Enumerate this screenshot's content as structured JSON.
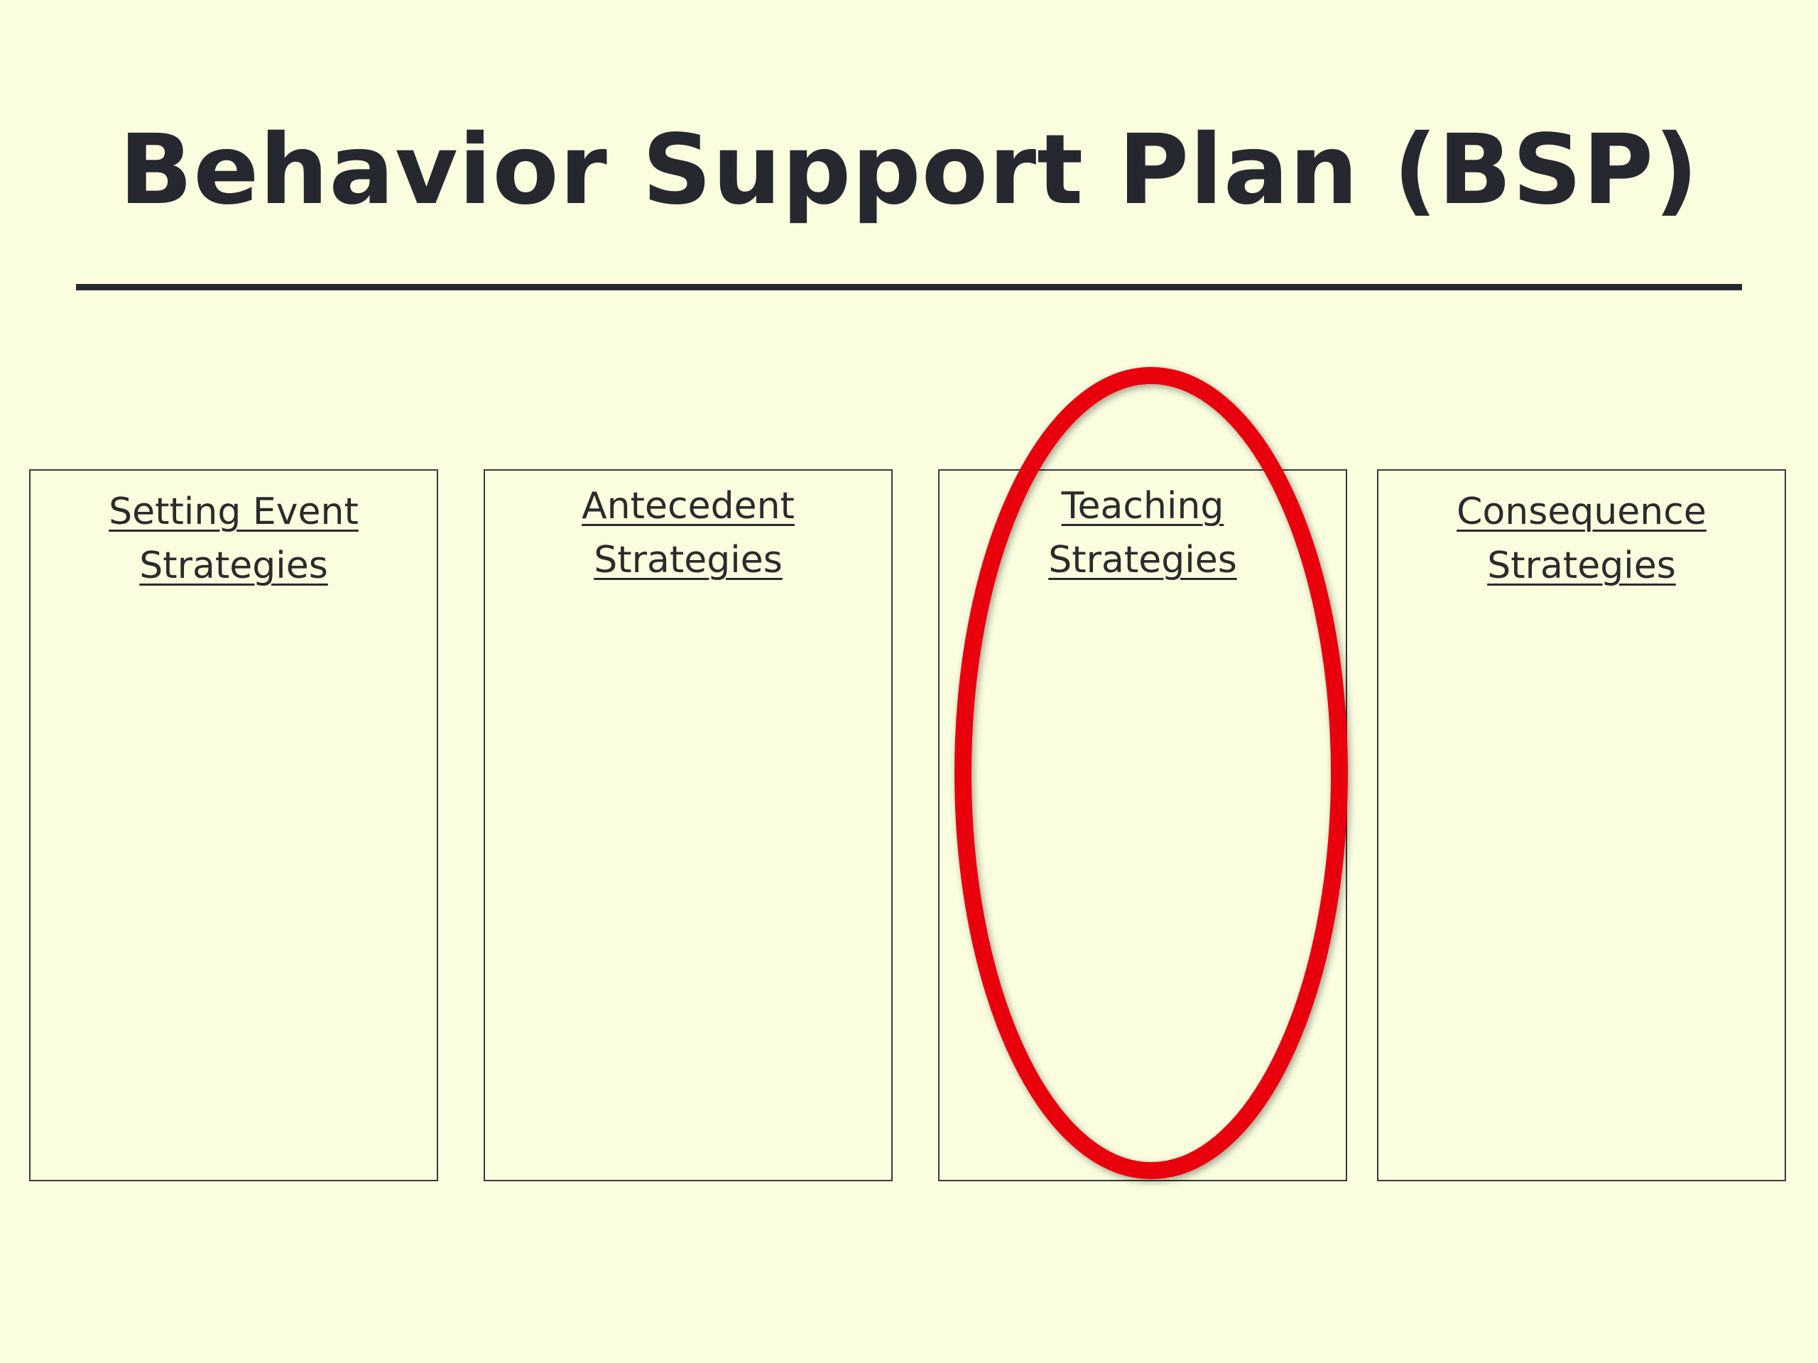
{
  "slide": {
    "title": "Behavior Support Plan (BSP)",
    "columns": [
      {
        "line1": "Setting Event",
        "line2": "Strategies"
      },
      {
        "line1": "Antecedent",
        "line2": "Strategies"
      },
      {
        "line1": "Teaching",
        "line2": "Strategies"
      },
      {
        "line1": "Consequence",
        "line2": "Strategies"
      }
    ],
    "highlighted_column": "Teaching Strategies"
  },
  "colors": {
    "background": "#fafedf",
    "text": "#262830",
    "highlight": "#e8000b"
  }
}
